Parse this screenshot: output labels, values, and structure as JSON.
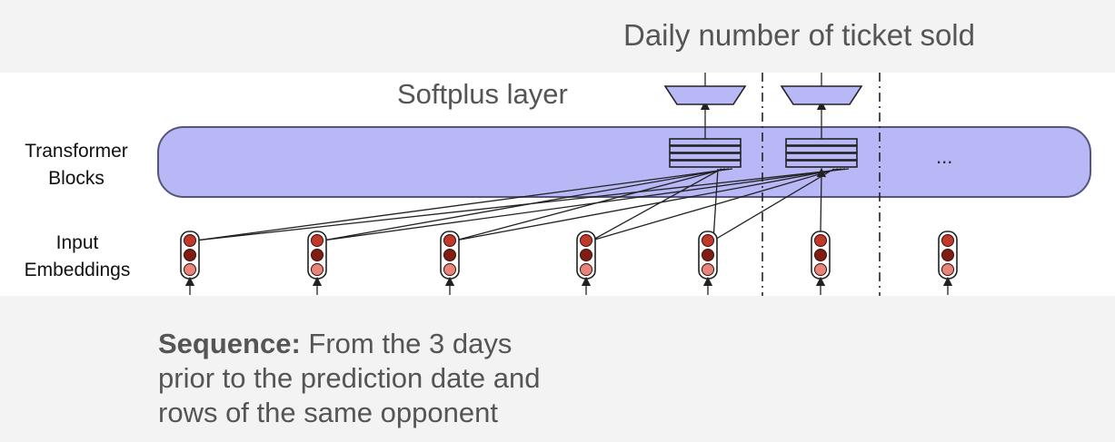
{
  "output_title": "Daily number of ticket sold",
  "softplus_title": "Softplus layer",
  "side_labels": {
    "transformer_line1": "Transformer",
    "transformer_line2": "Blocks",
    "embed_line1": "Input",
    "embed_line2": "Embeddings"
  },
  "ellipsis": "...",
  "caption": {
    "bold": "Sequence:",
    "line1": " From the 3 days",
    "line2": "prior to the prediction date and",
    "line3": "rows of the same opponent"
  },
  "colors": {
    "transformer_band": "#b8b8f7",
    "band_border": "#55557a",
    "light_red": "#e8857a",
    "mid_red": "#c0392b",
    "dark_red": "#7f1d12",
    "text_gray": "#555555"
  }
}
